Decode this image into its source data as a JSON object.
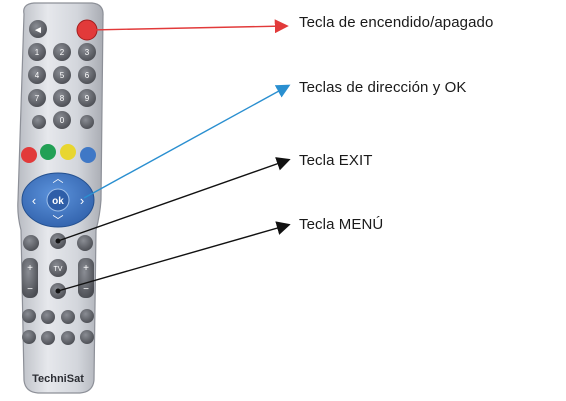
{
  "labels": {
    "power": "Tecla de encendido/apagado",
    "direction_ok": "Teclas de dirección y OK",
    "exit": "Tecla EXIT",
    "menu": "Tecla MENÚ"
  },
  "remote": {
    "brand": "TechniSat",
    "ok_label": "ok",
    "tv_label": "TV",
    "digit_labels": [
      "1",
      "2",
      "3",
      "4",
      "5",
      "6",
      "7",
      "8",
      "9",
      "0"
    ]
  },
  "colors": {
    "power_arrow": "#e23a3a",
    "direction_arrow": "#2a8fd0",
    "exit_arrow": "#111111",
    "menu_arrow": "#111111",
    "remote_body": "#d7d9de",
    "button_dark": "#5f6168",
    "nav_blue": "#3f78c6",
    "red_key": "#e23a3a",
    "green_key": "#22a055",
    "yellow_key": "#e8d630",
    "blue_key": "#3f78c6"
  }
}
